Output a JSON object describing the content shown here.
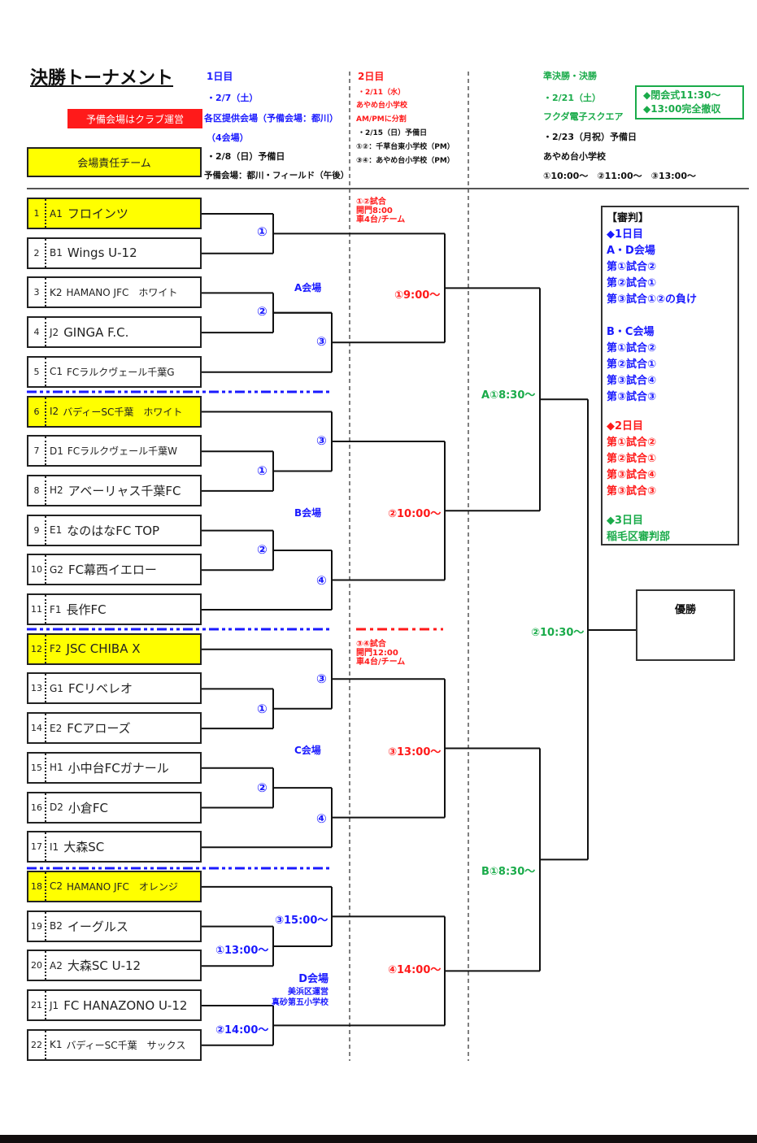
{
  "title": "決勝トーナメント",
  "legend": {
    "club_run_label": "予備会場はクラブ運営",
    "host_team_label": "会場責任チーム"
  },
  "day1": {
    "heading": "1日目",
    "date": "・2/7（土）",
    "venue": "各区提供会場（予備会場：都川）",
    "count": "（4会場）",
    "reserve_date": "・2/8（日）予備日",
    "reserve_venue": "予備会場：都川・フィールド（午後）"
  },
  "day2": {
    "heading": "2日目",
    "date": "・2/11（水）",
    "venue": "あやめ台小学校",
    "split": "AM/PMに分割",
    "reserve_date": "・2/15（日）予備日",
    "reserve_12": "①②：千草台東小学校（PM）",
    "reserve_34": "③④：あやめ台小学校（PM）"
  },
  "day3": {
    "heading": "準決勝・決勝",
    "date": "・2/21（土）",
    "venue": "フクダ電子スクエア",
    "reserve_date": "・2/23（月祝）予備日",
    "reserve_venue": "あやめ台小学校",
    "times": "①10:00〜　②11:00〜　③13:00〜",
    "closing_1": "◆閉会式11:30〜",
    "closing_2": "◆13:00完全撤収"
  },
  "teams": [
    {
      "seed": "1",
      "code": "A1",
      "name": "フロインツ",
      "host": true
    },
    {
      "seed": "2",
      "code": "B1",
      "name": "Wings U-12",
      "host": false
    },
    {
      "seed": "3",
      "code": "K2",
      "name": "HAMANO JFC　ホワイト",
      "host": false,
      "small": true
    },
    {
      "seed": "4",
      "code": "J2",
      "name": "GINGA F.C.",
      "host": false
    },
    {
      "seed": "5",
      "code": "C1",
      "name": "FCラルクヴェール千葉G",
      "host": false,
      "small": true
    },
    {
      "seed": "6",
      "code": "I2",
      "name": "バディーSC千葉　ホワイト",
      "host": true,
      "small": true
    },
    {
      "seed": "7",
      "code": "D1",
      "name": "FCラルクヴェール千葉W",
      "host": false,
      "small": true
    },
    {
      "seed": "8",
      "code": "H2",
      "name": "アベーリャス千葉FC",
      "host": false
    },
    {
      "seed": "9",
      "code": "E1",
      "name": "なのはなFC TOP",
      "host": false
    },
    {
      "seed": "10",
      "code": "G2",
      "name": "FC幕西イエロー",
      "host": false
    },
    {
      "seed": "11",
      "code": "F1",
      "name": "長作FC",
      "host": false
    },
    {
      "seed": "12",
      "code": "F2",
      "name": "JSC CHIBA X",
      "host": true
    },
    {
      "seed": "13",
      "code": "G1",
      "name": "FCリベレオ",
      "host": false
    },
    {
      "seed": "14",
      "code": "E2",
      "name": "FCアローズ",
      "host": false
    },
    {
      "seed": "15",
      "code": "H1",
      "name": "小中台FCガナール",
      "host": false
    },
    {
      "seed": "16",
      "code": "D2",
      "name": "小倉FC",
      "host": false
    },
    {
      "seed": "17",
      "code": "I1",
      "name": "大森SC",
      "host": false
    },
    {
      "seed": "18",
      "code": "C2",
      "name": "HAMANO JFC　オレンジ",
      "host": true,
      "small": true
    },
    {
      "seed": "19",
      "code": "B2",
      "name": "イーグルス",
      "host": false
    },
    {
      "seed": "20",
      "code": "A2",
      "name": "大森SC U-12",
      "host": false
    },
    {
      "seed": "21",
      "code": "J1",
      "name": "FC HANAZONO U-12",
      "host": false
    },
    {
      "seed": "22",
      "code": "K1",
      "name": "バディーSC千葉　サックス",
      "host": false,
      "small": true
    }
  ],
  "round1": {
    "venue_a": "A会場",
    "venue_b": "B会場",
    "venue_c": "C会場",
    "venue_d": "D会場",
    "venue_d_sub1": "美浜区運営",
    "venue_d_sub2": "真砂第五小学校",
    "a_m1": "①",
    "a_m2": "②",
    "a_m3": "③",
    "b_m1": "①",
    "b_m2": "②",
    "b_m3": "③",
    "b_m4": "④",
    "c_m1": "①",
    "c_m2": "②",
    "c_m3": "③",
    "c_m4": "④",
    "d_m1": "①13:00〜",
    "d_m2": "②14:00〜",
    "d_m3": "③15:00〜"
  },
  "round2": {
    "note12_1": "①②試合",
    "note12_2": "開門8:00",
    "note12_3": "車4台/チーム",
    "note34_1": "③④試合",
    "note34_2": "開門12:00",
    "note34_3": "車4台/チーム",
    "m1": "①9:00〜",
    "m2": "②10:00〜",
    "m3": "③13:00〜",
    "m4": "④14:00〜"
  },
  "semis": {
    "a": "A①8:30〜",
    "b": "B①8:30〜"
  },
  "final": {
    "time": "②10:30〜",
    "champion_label": "優勝"
  },
  "referee": {
    "heading": "【審判】",
    "day1": "◆1日目",
    "ad_label": "A・D会場",
    "ad_lines": [
      "第①試合②",
      "第②試合①",
      "第③試合①②の負け"
    ],
    "bc_label": "B・C会場",
    "bc_lines": [
      "第①試合②",
      "第②試合①",
      "第③試合④",
      "第③試合③"
    ],
    "day2": "◆2日目",
    "day2_lines": [
      "第①試合②",
      "第②試合①",
      "第③試合④",
      "第③試合③"
    ],
    "day3": "◆3日目",
    "day3_line": "稲毛区審判部"
  },
  "colors": {
    "host": "#ffff00",
    "blue": "#1a1aff",
    "red": "#ff1a1a",
    "green": "#1aab4a"
  }
}
